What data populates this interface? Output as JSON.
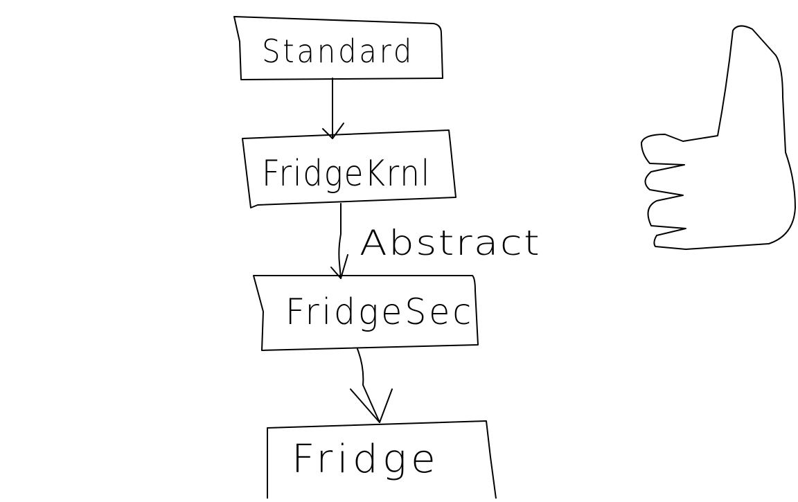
{
  "diagram": {
    "boxes": [
      {
        "id": "standard",
        "label": "Standard"
      },
      {
        "id": "fridge-krnl",
        "label": "FridgeKrnl"
      },
      {
        "id": "fridge-sec",
        "label": "FridgeSec"
      },
      {
        "id": "fridge",
        "label": "Fridge"
      }
    ],
    "edges": [
      {
        "from": "standard",
        "to": "fridge-krnl",
        "label": ""
      },
      {
        "from": "fridge-krnl",
        "to": "fridge-sec",
        "label": "Abstract"
      },
      {
        "from": "fridge-sec",
        "to": "fridge",
        "label": ""
      }
    ],
    "decoration": {
      "icon": "thumbs-up-icon"
    },
    "colors": {
      "stroke": "#000000",
      "background": "#ffffff"
    }
  }
}
